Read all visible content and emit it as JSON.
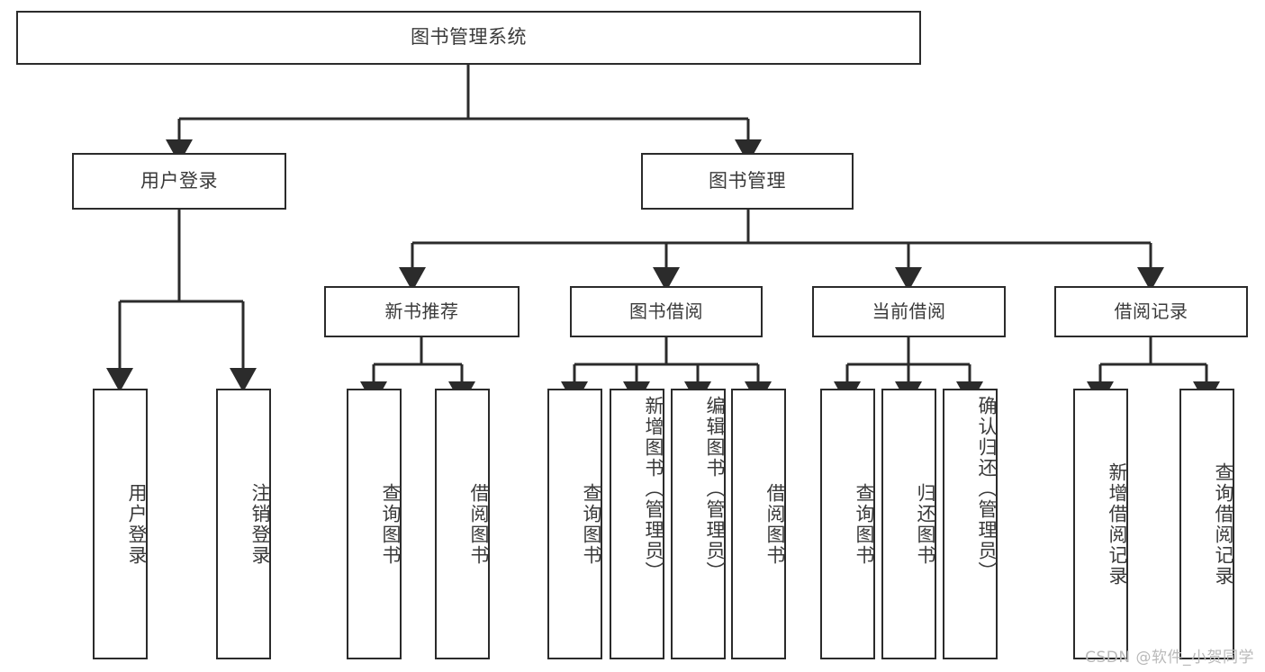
{
  "diagram": {
    "type": "tree-hierarchy",
    "title": "图书管理系统",
    "watermark": "CSDN @软件_小贺同学",
    "colors": {
      "background": "#ffffff",
      "border": "#2b2b2b",
      "text": "#3a3a3a",
      "edge": "#2b2b2b",
      "watermark": "#b9b9b9"
    },
    "nodes": {
      "root": {
        "label": "图书管理系统"
      },
      "level1": [
        {
          "id": "user-login",
          "label": "用户登录"
        },
        {
          "id": "book-manage",
          "label": "图书管理"
        }
      ],
      "level2": [
        {
          "id": "new-book-recommend",
          "label": "新书推荐"
        },
        {
          "id": "book-borrow",
          "label": "图书借阅"
        },
        {
          "id": "current-borrow",
          "label": "当前借阅"
        },
        {
          "id": "borrow-record",
          "label": "借阅记录"
        }
      ],
      "leaves": {
        "user_login": [
          {
            "id": "leaf-user-login",
            "label": "用户登录"
          },
          {
            "id": "leaf-logout-login",
            "label": "注销登录"
          }
        ],
        "new_book_recommend": [
          {
            "id": "leaf-query-book-1",
            "label": "查询图书"
          },
          {
            "id": "leaf-borrow-book-1",
            "label": "借阅图书"
          }
        ],
        "book_borrow": [
          {
            "id": "leaf-query-book-2",
            "label": "查询图书"
          },
          {
            "id": "leaf-add-book",
            "label": "新增图书（管理员）"
          },
          {
            "id": "leaf-edit-book",
            "label": "编辑图书（管理员）"
          },
          {
            "id": "leaf-borrow-book-2",
            "label": "借阅图书"
          }
        ],
        "current_borrow": [
          {
            "id": "leaf-query-book-3",
            "label": "查询图书"
          },
          {
            "id": "leaf-return-book",
            "label": "归还图书"
          },
          {
            "id": "leaf-confirm-return",
            "label": "确认归还（管理员）"
          }
        ],
        "borrow_record": [
          {
            "id": "leaf-add-record",
            "label": "新增借阅记录"
          },
          {
            "id": "leaf-query-record",
            "label": "查询借阅记录"
          }
        ]
      }
    }
  }
}
